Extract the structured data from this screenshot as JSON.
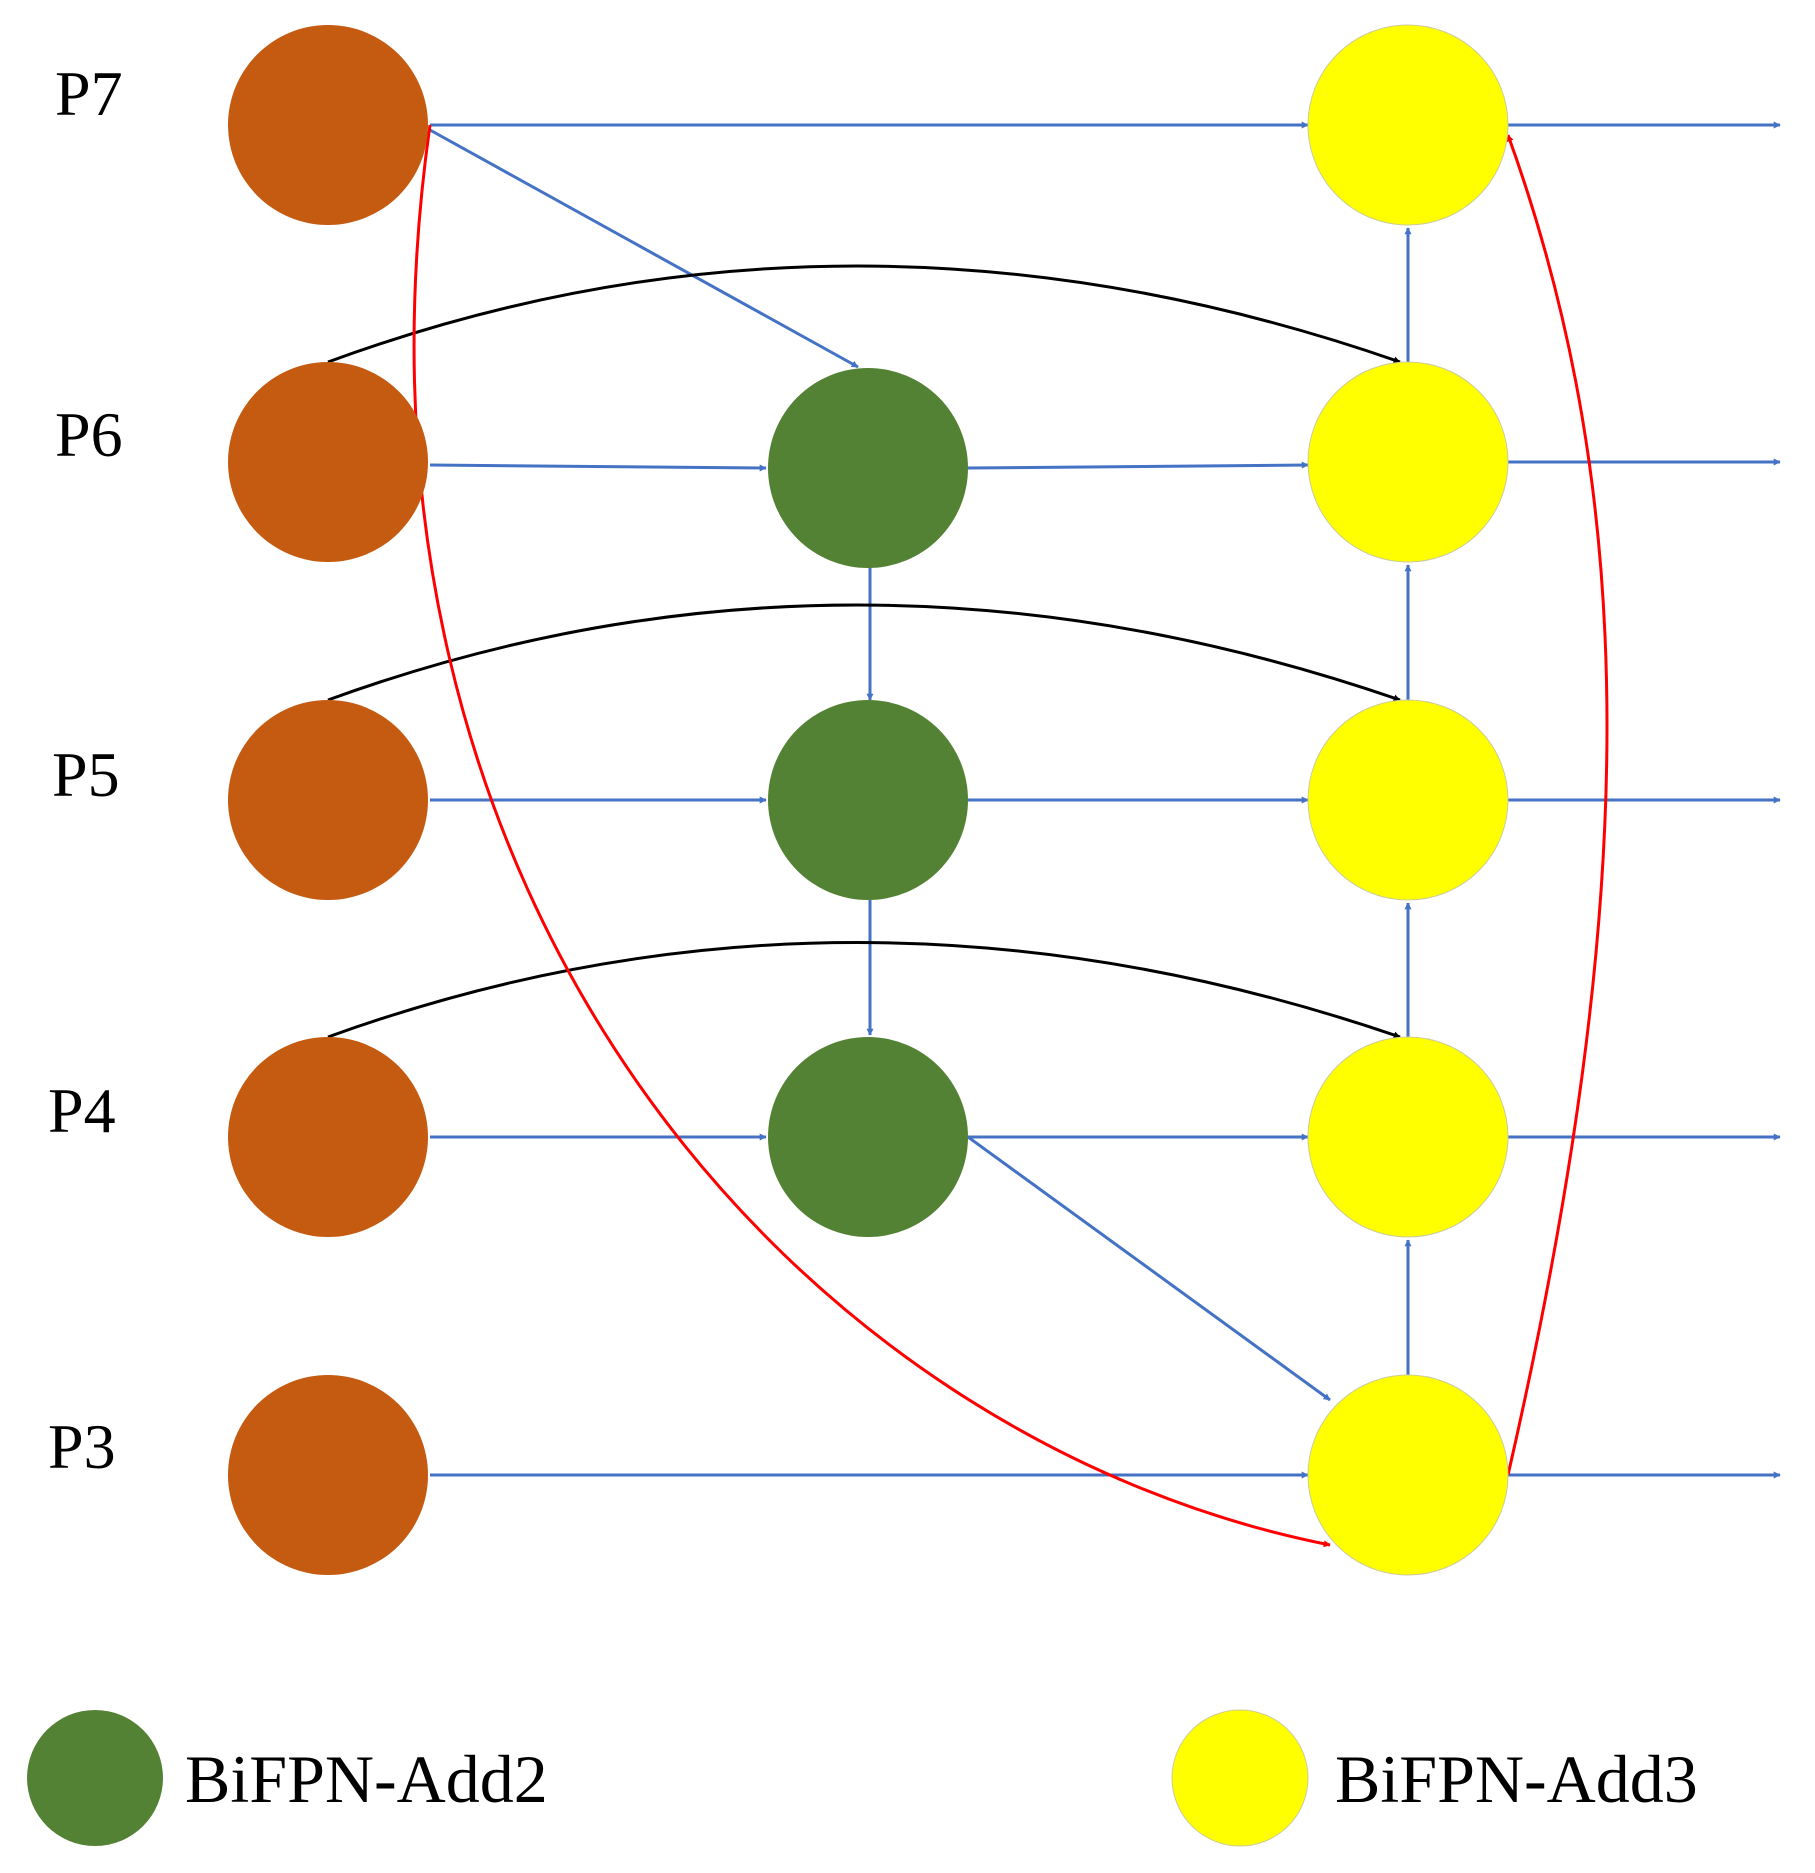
{
  "levels": [
    "P7",
    "P6",
    "P5",
    "P4",
    "P3"
  ],
  "colors": {
    "input_node": "#C55A11",
    "add2_node": "#548235",
    "add3_node": "#FFFF00",
    "edge_main": "#4472C4",
    "edge_skip": "#000000",
    "edge_cross": "#FF0000"
  },
  "legend": {
    "add2_label": "BiFPN-Add2",
    "add3_label": "BiFPN-Add3"
  }
}
